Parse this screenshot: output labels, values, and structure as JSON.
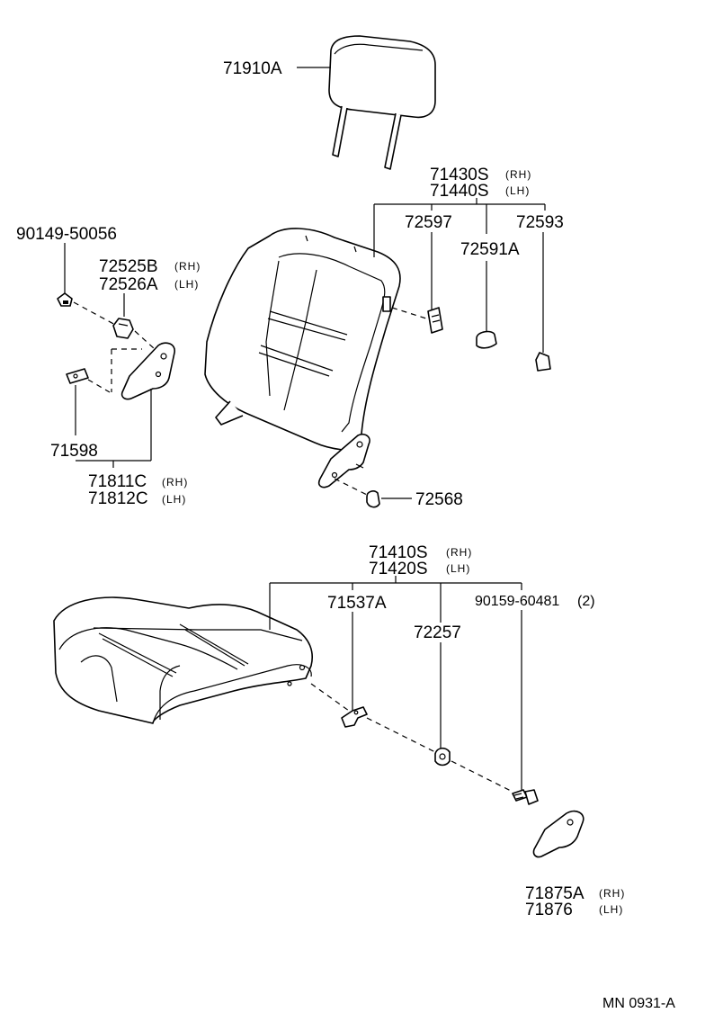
{
  "labels": {
    "headrest": "71910A",
    "back_rh": "71430S",
    "back_lh": "71440S",
    "back_rh_tag": "(RH)",
    "back_lh_tag": "(LH)",
    "p72597": "72597",
    "p72593": "72593",
    "p72591a": "72591A",
    "bolt_top": "90149-50056",
    "p72525b": "72525B",
    "p72526a": "72526A",
    "p72525b_tag": "(RH)",
    "p72526a_tag": "(LH)",
    "p71598": "71598",
    "p71811c": "71811C",
    "p71812c": "71812C",
    "p71811c_tag": "(RH)",
    "p71812c_tag": "(LH)",
    "p72568": "72568",
    "cush_rh": "71410S",
    "cush_lh": "71420S",
    "cush_rh_tag": "(RH)",
    "cush_lh_tag": "(LH)",
    "p71537a": "71537A",
    "p72257": "72257",
    "bolt_bottom": "90159-60481",
    "bolt_bottom_qty": "(2)",
    "p71875a": "71875A",
    "p71876": "71876",
    "p71875a_tag": "(RH)",
    "p71876_tag": "(LH)",
    "drawing_code": "MN  0931-A"
  }
}
